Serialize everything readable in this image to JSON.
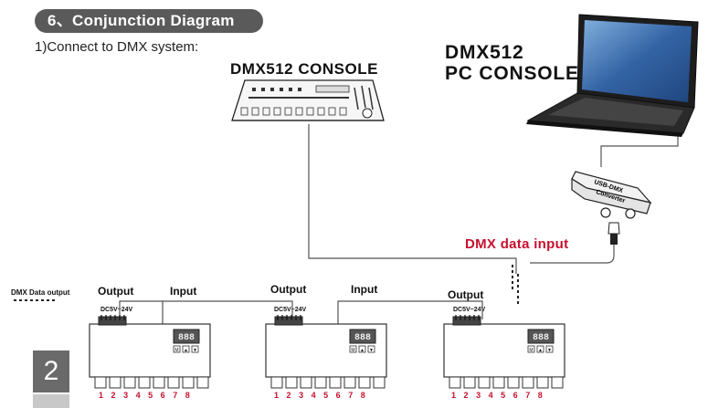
{
  "header": {
    "section_title": "6、Conjunction Diagram",
    "subtitle": "1)Connect to DMX system:"
  },
  "consoles": {
    "hardware_label": "DMX512 CONSOLE",
    "pc_label_line1": "DMX512",
    "pc_label_line2": "PC CONSOLE",
    "converter_label_line1": "USB-DMX",
    "converter_label_line2": "Converter"
  },
  "signal": {
    "dmx_input_label": "DMX data input",
    "dmx_output_label": "DMX Data output"
  },
  "decoders": [
    {
      "output_label": "Output",
      "input_label": "Input",
      "power_label": "DC5V~24V",
      "display": "888",
      "buttons": [
        "M",
        "▲",
        "▼"
      ],
      "pins": [
        "1",
        "2",
        "3",
        "4",
        "5",
        "6",
        "7",
        "8"
      ]
    },
    {
      "output_label": "Output",
      "input_label": "Input",
      "power_label": "DC5V~24V",
      "display": "888",
      "buttons": [
        "M",
        "▲",
        "▼"
      ],
      "pins": [
        "1",
        "2",
        "3",
        "4",
        "5",
        "6",
        "7",
        "8"
      ]
    },
    {
      "output_label": "Output",
      "input_label": "",
      "power_label": "DC5V~24V",
      "display": "888",
      "buttons": [
        "M",
        "▲",
        "▼"
      ],
      "pins": [
        "1",
        "2",
        "3",
        "4",
        "5",
        "6",
        "7",
        "8"
      ]
    }
  ],
  "page": {
    "number": "2"
  },
  "colors": {
    "accent_red": "#c8102e",
    "pill_gray": "#5a5a5a",
    "display_gray": "#555555"
  }
}
